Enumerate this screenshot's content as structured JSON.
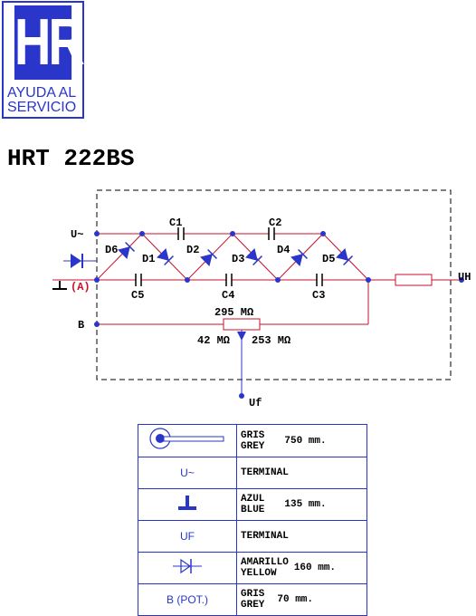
{
  "logo": {
    "letters": "HR",
    "line1": "AYUDA AL",
    "line2": "SERVICIO"
  },
  "model": "HRT 222BS",
  "colors": {
    "blue": "#2a36c9",
    "red": "#c8102e",
    "black": "#000000"
  },
  "schematic": {
    "terminals": {
      "u": "U~",
      "a": "(A)",
      "b": "B",
      "uh": "UH",
      "uf": "Uf"
    },
    "capacitors": [
      "C1",
      "C2",
      "C5",
      "C4",
      "C3"
    ],
    "diodes": [
      "D6",
      "D1",
      "D2",
      "D3",
      "D4",
      "D5"
    ],
    "resistor_total": "295 MΩ",
    "resistor_left": "42 MΩ",
    "resistor_right": "253 MΩ"
  },
  "legend": [
    {
      "symbol": "grey-cable-icon",
      "names": [
        "GRIS",
        "GREY"
      ],
      "length": "750 mm."
    },
    {
      "symbol_text": "U~",
      "names": [
        "TERMINAL"
      ],
      "length": ""
    },
    {
      "symbol": "ground-blue-icon",
      "names": [
        "AZUL",
        "BLUE"
      ],
      "length": "135 mm."
    },
    {
      "symbol_text": "UF",
      "names": [
        "TERMINAL"
      ],
      "length": ""
    },
    {
      "symbol": "diode-icon",
      "names": [
        "AMARILLO",
        "YELLOW"
      ],
      "length": "160 mm."
    },
    {
      "symbol_text": "B (POT.)",
      "names": [
        "GRIS",
        "GREY"
      ],
      "length": "70 mm."
    }
  ]
}
